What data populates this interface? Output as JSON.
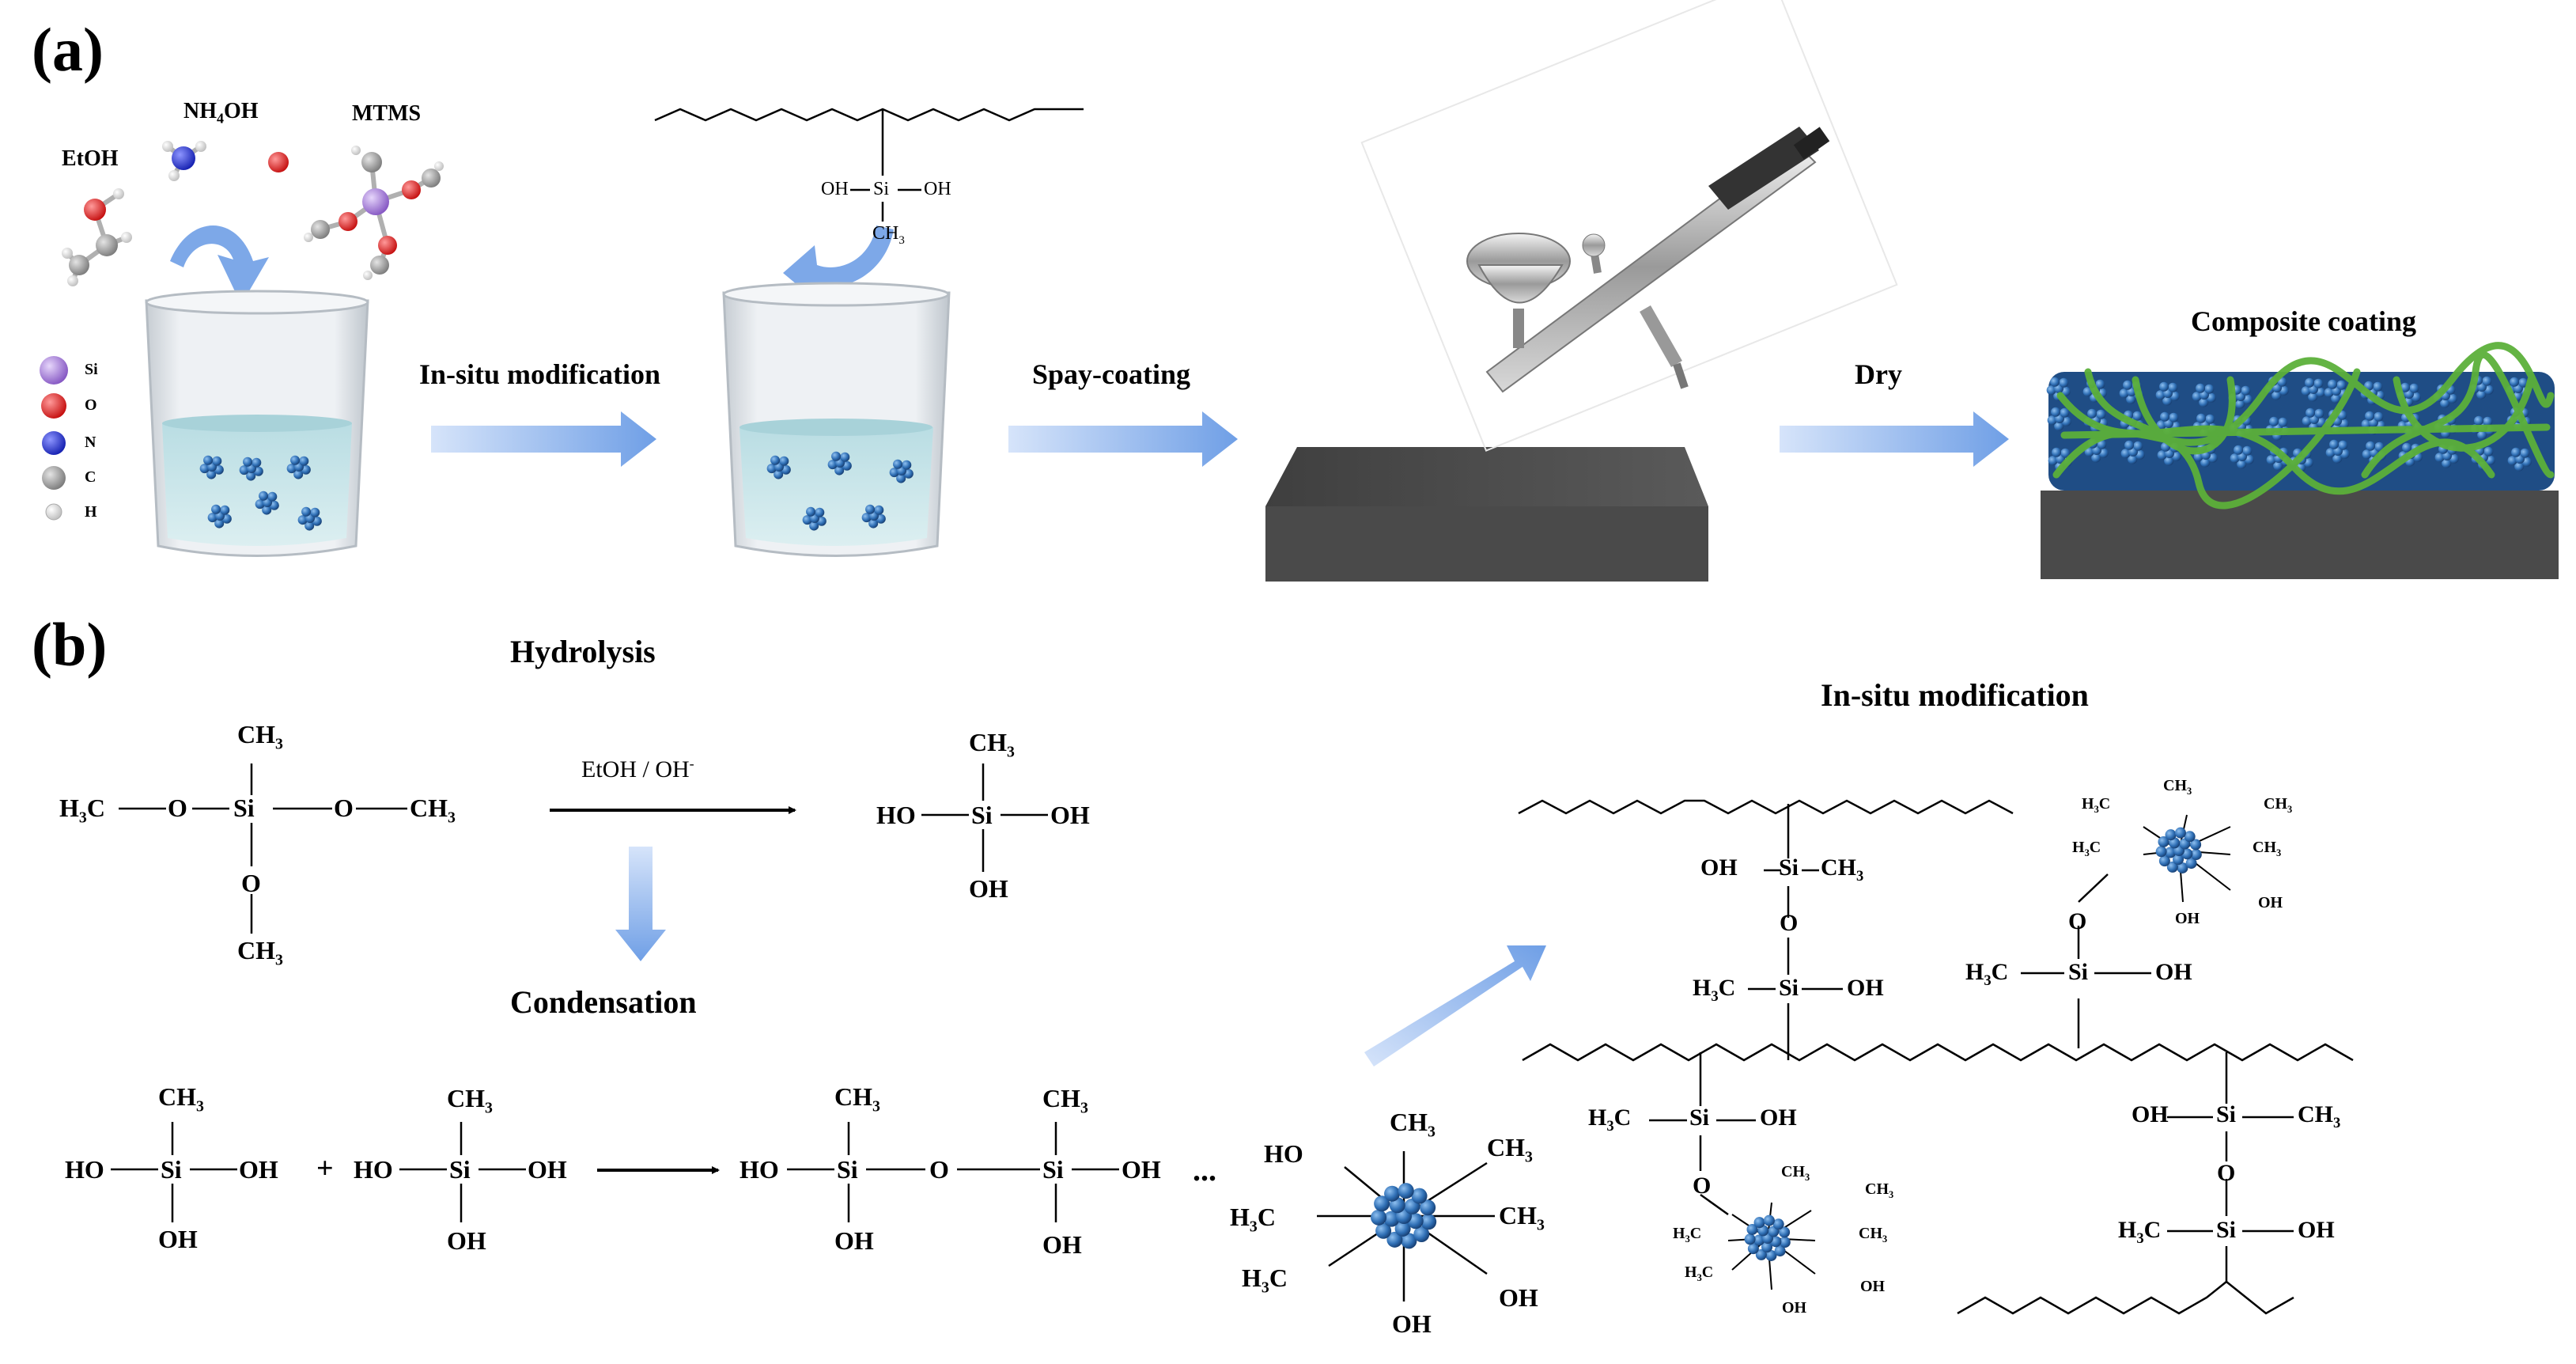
{
  "panels": {
    "a": "(a)",
    "b": "(b)"
  },
  "panel_a": {
    "reagents": [
      "EtOH",
      "NH4OH",
      "MTMS"
    ],
    "legend": [
      "Si",
      "O",
      "N",
      "C",
      "H"
    ],
    "steps": [
      "In-situ modification",
      "Spay-coating",
      "Dry"
    ],
    "result": "Composite coating",
    "silane_labels": {
      "oh_left": "OH",
      "si": "Si",
      "oh_right": "OH",
      "ch3": "CH3"
    }
  },
  "panel_b": {
    "hydrolysis": "Hydrolysis",
    "condensation": "Condensation",
    "in_situ": "In-situ modification",
    "reaction_condition": "EtOH / OH-",
    "ellipsis": "...",
    "plus": "+"
  },
  "colors": {
    "arrow": "#8db3ec",
    "si_atom": "#9b6fcf",
    "o_atom": "#e01515",
    "n_atom": "#1f2fd6",
    "c_atom": "#9a9a9a",
    "h_atom": "#f2f2f2",
    "nanoparticle": "#2f6fb5",
    "polymer": "#5cb03a",
    "substrate": "#4a4a4a"
  }
}
